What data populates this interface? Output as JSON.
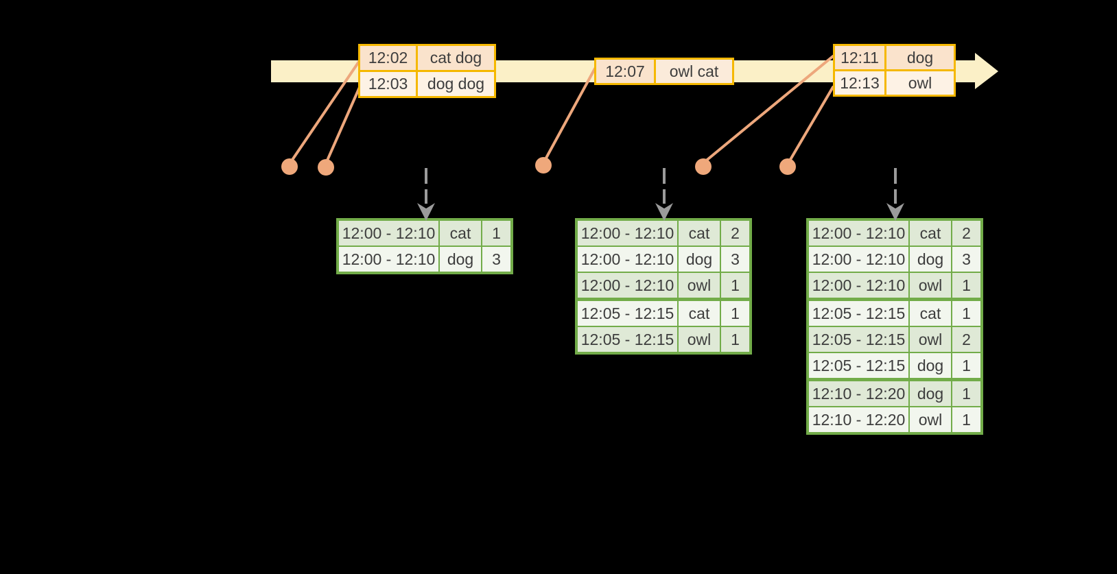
{
  "diagram_title": "",
  "colors": {
    "background": "#000000",
    "timeline_band": "#FBF0C7",
    "event_border": "#F5B800",
    "event_fill_dark": "#FAE3CC",
    "event_fill_light": "#FDF2E5",
    "connector_salmon": "#EDA77C",
    "dot_salmon": "#EFA87B",
    "trigger_arrow_gray": "#9B9B9B",
    "table_border_green": "#72AC49",
    "table_cell_dark": "#DFE9D6",
    "table_cell_light": "#F2F6EE",
    "text": "#3D3D3D"
  },
  "timeline": {
    "events": [
      {
        "rows": [
          {
            "time": "12:02",
            "words": "cat dog"
          },
          {
            "time": "12:03",
            "words": "dog dog"
          }
        ]
      },
      {
        "rows": [
          {
            "time": "12:07",
            "words": "owl cat"
          }
        ]
      },
      {
        "rows": [
          {
            "time": "12:11",
            "words": "dog"
          },
          {
            "time": "12:13",
            "words": "owl"
          }
        ]
      }
    ]
  },
  "result_tables": [
    {
      "groups": [
        {
          "rows": [
            {
              "window": "12:00 - 12:10",
              "word": "cat",
              "count": "1"
            },
            {
              "window": "12:00 - 12:10",
              "word": "dog",
              "count": "3"
            }
          ]
        }
      ]
    },
    {
      "groups": [
        {
          "rows": [
            {
              "window": "12:00 - 12:10",
              "word": "cat",
              "count": "2"
            },
            {
              "window": "12:00 - 12:10",
              "word": "dog",
              "count": "3"
            },
            {
              "window": "12:00 - 12:10",
              "word": "owl",
              "count": "1"
            }
          ]
        },
        {
          "rows": [
            {
              "window": "12:05 - 12:15",
              "word": "cat",
              "count": "1"
            },
            {
              "window": "12:05 - 12:15",
              "word": "owl",
              "count": "1"
            }
          ]
        }
      ]
    },
    {
      "groups": [
        {
          "rows": [
            {
              "window": "12:00 - 12:10",
              "word": "cat",
              "count": "2"
            },
            {
              "window": "12:00 - 12:10",
              "word": "dog",
              "count": "3"
            },
            {
              "window": "12:00 - 12:10",
              "word": "owl",
              "count": "1"
            }
          ]
        },
        {
          "rows": [
            {
              "window": "12:05 - 12:15",
              "word": "cat",
              "count": "1"
            },
            {
              "window": "12:05 - 12:15",
              "word": "owl",
              "count": "2"
            },
            {
              "window": "12:05 - 12:15",
              "word": "dog",
              "count": "1"
            }
          ]
        },
        {
          "rows": [
            {
              "window": "12:10 - 12:20",
              "word": "dog",
              "count": "1"
            },
            {
              "window": "12:10 - 12:20",
              "word": "owl",
              "count": "1"
            }
          ]
        }
      ]
    }
  ]
}
